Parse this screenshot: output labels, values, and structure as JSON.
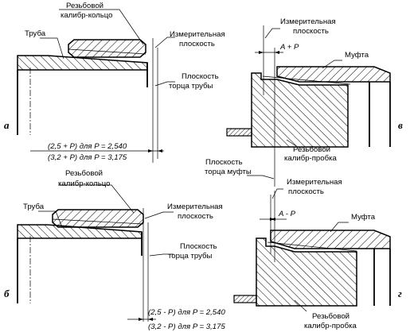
{
  "labels": {
    "a_ring": [
      "Резьбовой",
      "калибр-кольцо"
    ],
    "a_pipe": "Труба",
    "a_measure": [
      "Измерительная",
      "плоскость"
    ],
    "a_end": [
      "Плоскость",
      "торца трубы"
    ],
    "a_dim": [
      "(2,5 + P) для P = 2,540",
      "(3,2 + P) для P = 3,175"
    ],
    "b_ring": [
      "Резьбовой",
      "калибр-кольцо"
    ],
    "b_pipe": "Труба",
    "b_measure": [
      "Измерительная",
      "плоскость"
    ],
    "b_end": [
      "Плоскость",
      "торца трубы"
    ],
    "b_dim": [
      "(2,5 - P) для P = 2,540",
      "(3,2 - P) для P = 3,175"
    ],
    "v_measure": [
      "Измерительная",
      "плоскость"
    ],
    "v_dim": "A + P",
    "v_coupling": "Муфта",
    "v_plug": [
      "Резьбовой",
      "калибр-пробка"
    ],
    "coupling_end": [
      "Плоскость",
      "торца муфты"
    ],
    "g_measure": [
      "Измерительная",
      "плоскость"
    ],
    "g_dim": "A - P",
    "g_coupling": "Муфта",
    "g_plug": [
      "Резьбовой",
      "калибр-пробка"
    ]
  },
  "panels": {
    "a": "а",
    "b": "б",
    "v": "в",
    "g": "г"
  }
}
